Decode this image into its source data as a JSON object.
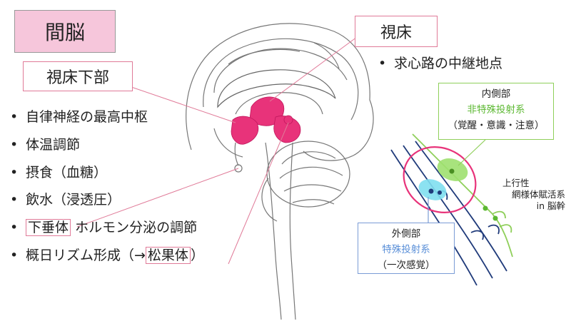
{
  "title": "間脳",
  "hypothalamus": {
    "label": "視床下部",
    "items": [
      {
        "pre": "自律神経の最高中枢",
        "boxed": "",
        "post": ""
      },
      {
        "pre": "体温調節",
        "boxed": "",
        "post": ""
      },
      {
        "pre": "摂食（血糖）",
        "boxed": "",
        "post": ""
      },
      {
        "pre": "飲水（浸透圧）",
        "boxed": "",
        "post": ""
      },
      {
        "pre": "",
        "boxed": "下垂体",
        "post": "ホルモン分泌の調節"
      },
      {
        "pre": "概日リズム形成（→",
        "boxed": "松果体",
        "post": "）"
      }
    ]
  },
  "thalamus": {
    "label": "視床",
    "items": [
      "求心路の中継地点"
    ]
  },
  "bullet": "•",
  "inner": {
    "label": "内側部",
    "system": "非特殊投射系",
    "note": "（覚醒・意識・注意）"
  },
  "outer": {
    "label": "外側部",
    "system": "特殊投射系",
    "note": "（一次感覚）"
  },
  "reticular": {
    "line1": "上行性",
    "line2": "網様体賦活系",
    "line3": "in 脳幹"
  },
  "colors": {
    "pink": "#e8337a",
    "title_bg": "#f6c6db",
    "green": "#8fcf5a",
    "blue": "#5a8fd8",
    "navy": "#1f3a7a"
  }
}
